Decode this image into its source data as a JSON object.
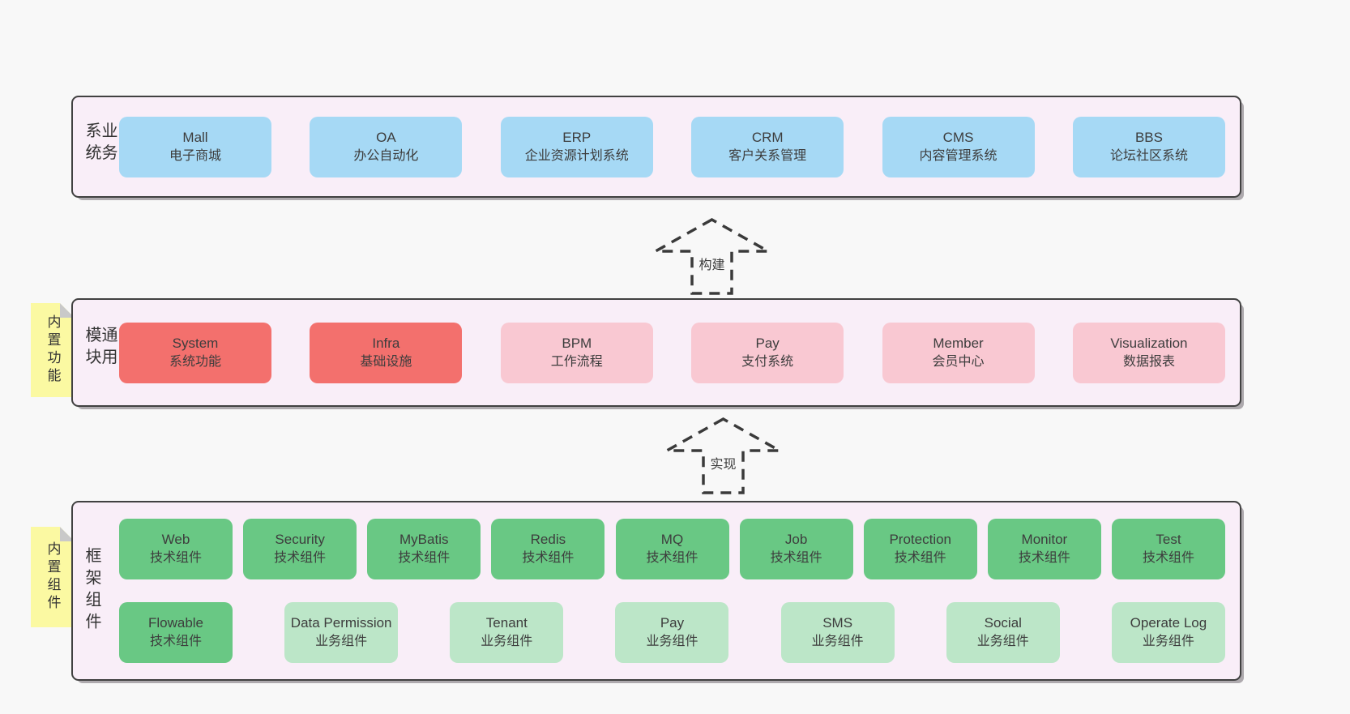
{
  "colors": {
    "page_bg": "#f8f8f8",
    "panel_bg": "#f9eef8",
    "panel_border": "#414141",
    "box_blue": "#a6d9f5",
    "box_red": "#f3706d",
    "box_pink": "#f9c8d2",
    "box_green": "#69c884",
    "box_light_green": "#bce6c8",
    "tab_yellow": "#fbf9a2",
    "tab_fold": "#c9c9c9",
    "text": "#3d3d3d",
    "arrow": "#3a3a3a"
  },
  "arrows": [
    {
      "label": "构建"
    },
    {
      "label": "实现"
    }
  ],
  "layers": [
    {
      "label": "业务系统",
      "boxes": [
        {
          "name": "Mall",
          "desc": "电子商城"
        },
        {
          "name": "OA",
          "desc": "办公自动化"
        },
        {
          "name": "ERP",
          "desc": "企业资源计划系统"
        },
        {
          "name": "CRM",
          "desc": "客户关系管理"
        },
        {
          "name": "CMS",
          "desc": "内容管理系统"
        },
        {
          "name": "BBS",
          "desc": "论坛社区系统"
        }
      ]
    },
    {
      "tab": "内置功能",
      "label": "通用模块",
      "boxes": [
        {
          "name": "System",
          "desc": "系统功能"
        },
        {
          "name": "Infra",
          "desc": "基础设施"
        },
        {
          "name": "BPM",
          "desc": "工作流程"
        },
        {
          "name": "Pay",
          "desc": "支付系统"
        },
        {
          "name": "Member",
          "desc": "会员中心"
        },
        {
          "name": "Visualization",
          "desc": "数据报表"
        }
      ]
    },
    {
      "tab": "内置组件",
      "label": "框架组件",
      "rows": [
        [
          {
            "name": "Web",
            "desc": "技术组件"
          },
          {
            "name": "Security",
            "desc": "技术组件"
          },
          {
            "name": "MyBatis",
            "desc": "技术组件"
          },
          {
            "name": "Redis",
            "desc": "技术组件"
          },
          {
            "name": "MQ",
            "desc": "技术组件"
          },
          {
            "name": "Job",
            "desc": "技术组件"
          },
          {
            "name": "Protection",
            "desc": "技术组件"
          },
          {
            "name": "Monitor",
            "desc": "技术组件"
          }
        ],
        [
          {
            "name": "Test",
            "desc": "技术组件"
          },
          {
            "name": "Flowable",
            "desc": "技术组件"
          },
          {
            "name": "Data Permission",
            "desc": "业务组件"
          },
          {
            "name": "Tenant",
            "desc": "业务组件"
          },
          {
            "name": "Pay",
            "desc": "业务组件"
          },
          {
            "name": "SMS",
            "desc": "业务组件"
          },
          {
            "name": "Social",
            "desc": "业务组件"
          },
          {
            "name": "Operate Log",
            "desc": "业务组件"
          }
        ]
      ]
    }
  ]
}
